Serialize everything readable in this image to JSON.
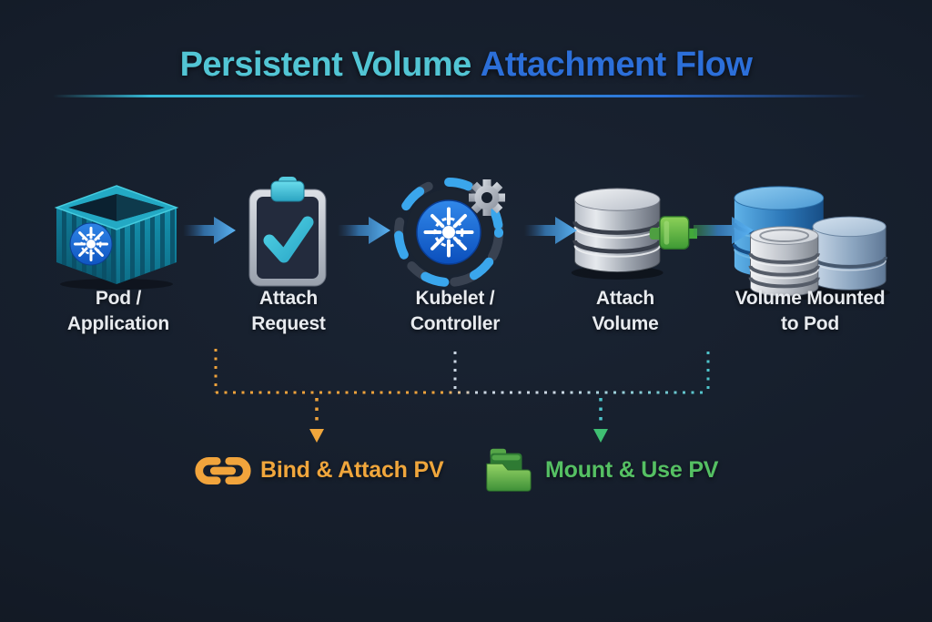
{
  "title": {
    "text_primary": "Persistent Volume",
    "text_secondary": "Attachment Flow"
  },
  "flow_steps": [
    {
      "name": "pod-application",
      "icon": "container-kubernetes-icon",
      "label_line1": "Pod /",
      "label_line2": "Application"
    },
    {
      "name": "attach-request",
      "icon": "clipboard-check-icon",
      "label_line1": "Attach",
      "label_line2": "Request"
    },
    {
      "name": "kubelet-controller",
      "icon": "kubernetes-controller-gear-icon",
      "label_line1": "Kubelet /",
      "label_line2": "Controller"
    },
    {
      "name": "attach-volume",
      "icon": "database-plug-icon",
      "label_line1": "Attach",
      "label_line2": "Volume"
    },
    {
      "name": "volume-mounted-to-pod",
      "icon": "database-stack-icon",
      "label_line1": "Volume Mounted",
      "label_line2": "to Pod"
    }
  ],
  "callouts": [
    {
      "name": "bind-attach-pv",
      "icon": "chain-link-icon",
      "label": "Bind & Attach PV",
      "color": "#F0A63C"
    },
    {
      "name": "mount-use-pv",
      "icon": "folder-icon",
      "label": "Mount & Use PV",
      "color": "#55C063"
    }
  ],
  "colors": {
    "background": "#141C29",
    "title_primary": "#52C5D4",
    "title_secondary": "#2C6FD9",
    "label_text": "#E8EBEF",
    "arrow_blue": "#57B0F0",
    "connector_orange": "#EFA23B",
    "connector_white": "#CBD7E3",
    "connector_teal": "#4EC3CA",
    "drop_arrow_green": "#3FBF72",
    "kubernetes_blue": "#1E6FD8",
    "container_teal": "#1689A6",
    "check_cyan": "#3FC3DC",
    "plug_green": "#4CAF42"
  }
}
